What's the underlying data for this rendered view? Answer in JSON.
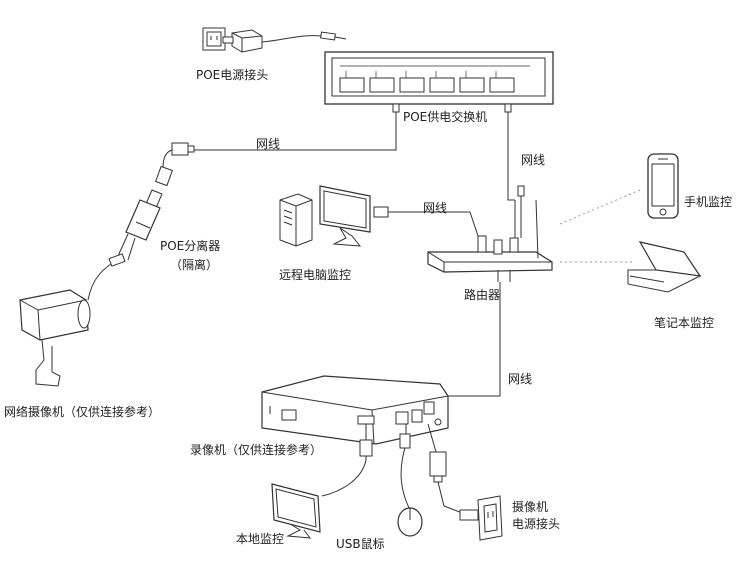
{
  "labels": {
    "poe_power_connector": "POE电源接头",
    "poe_switch": "POE供电交换机",
    "cable_switch_splitter": "网线",
    "cable_switch_router": "网线",
    "cable_pc_router": "网线",
    "cable_router_nvr": "网线",
    "poe_splitter": "POE分离器",
    "poe_splitter_note": "（隔离）",
    "ip_camera": "网络摄像机（仅供连接参考）",
    "remote_pc": "远程电脑监控",
    "router": "路由器",
    "phone": "手机监控",
    "laptop": "笔记本监控",
    "nvr": "录像机（仅供连接参考）",
    "local_monitor": "本地监控",
    "usb_mouse": "USB鼠标",
    "camera_power_line1": "摄像机",
    "camera_power_line2": "电源接头"
  }
}
